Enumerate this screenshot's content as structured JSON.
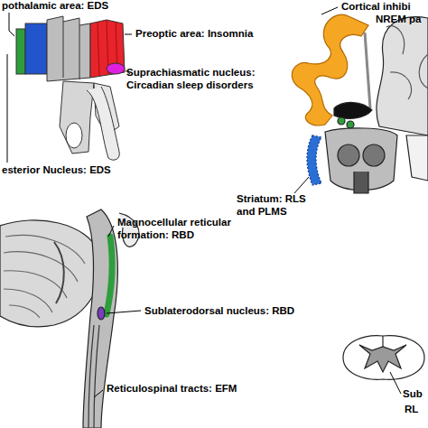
{
  "diagram": {
    "labels": [
      "pothalamic area: EDS",
      "Preoptic area: Insomnia",
      "Suprachiasmatic nucleus: Circadian sleep disorders",
      "esterior Nucleus: EDS",
      "Cortical inhibi",
      "NREM pa",
      "Striatum: RLS and PLMS",
      "Magnocellular reticular formation: RBD",
      "Sublaterodorsal nucleus: RBD",
      "Reticulospinal tracts: EFM",
      "Sub",
      "RL"
    ]
  }
}
